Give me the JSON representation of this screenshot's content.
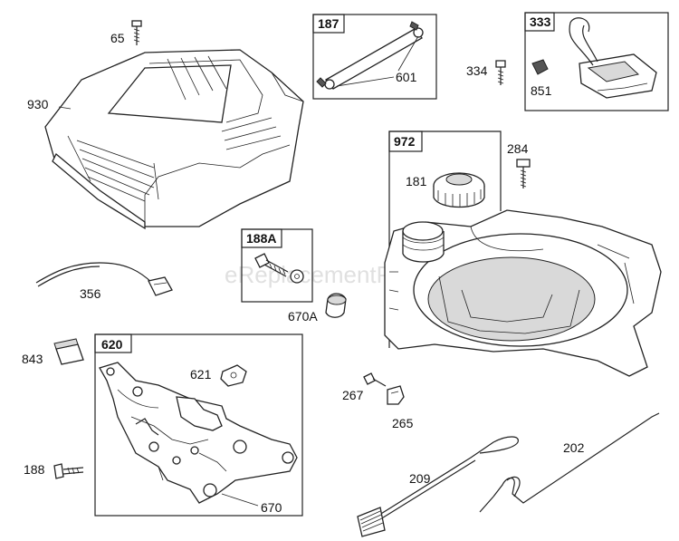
{
  "watermark": "eReplacementParts.com",
  "boxes": {
    "b187": "187",
    "b333": "333",
    "b972": "972",
    "b188a": "188A",
    "b620": "620"
  },
  "labels": {
    "p65": "65",
    "p930": "930",
    "p601": "601",
    "p334": "334",
    "p851": "851",
    "p284": "284",
    "p181": "181",
    "p356": "356",
    "p670a": "670A",
    "p843": "843",
    "p621": "621",
    "p267": "267",
    "p265": "265",
    "p202": "202",
    "p209": "209",
    "p188": "188",
    "p670": "670"
  }
}
